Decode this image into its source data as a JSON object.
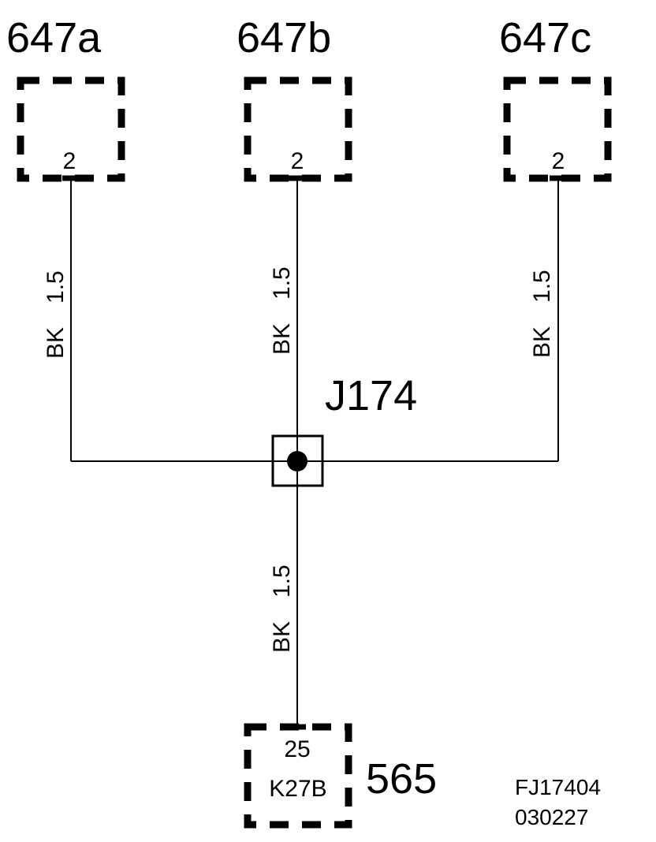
{
  "connectors": {
    "c647a": {
      "label": "647a",
      "pin": "2"
    },
    "c647b": {
      "label": "647b",
      "pin": "2"
    },
    "c647c": {
      "label": "647c",
      "pin": "2"
    },
    "c565": {
      "label": "565",
      "pin": "25",
      "name": "K27B"
    }
  },
  "splice": {
    "label": "J174"
  },
  "wires": {
    "left": {
      "color": "BK",
      "size": "1.5"
    },
    "center": {
      "color": "BK",
      "size": "1.5"
    },
    "right": {
      "color": "BK",
      "size": "1.5"
    },
    "bottom": {
      "color": "BK",
      "size": "1.5"
    }
  },
  "footer": {
    "code": "FJ17404",
    "date": "030227"
  }
}
